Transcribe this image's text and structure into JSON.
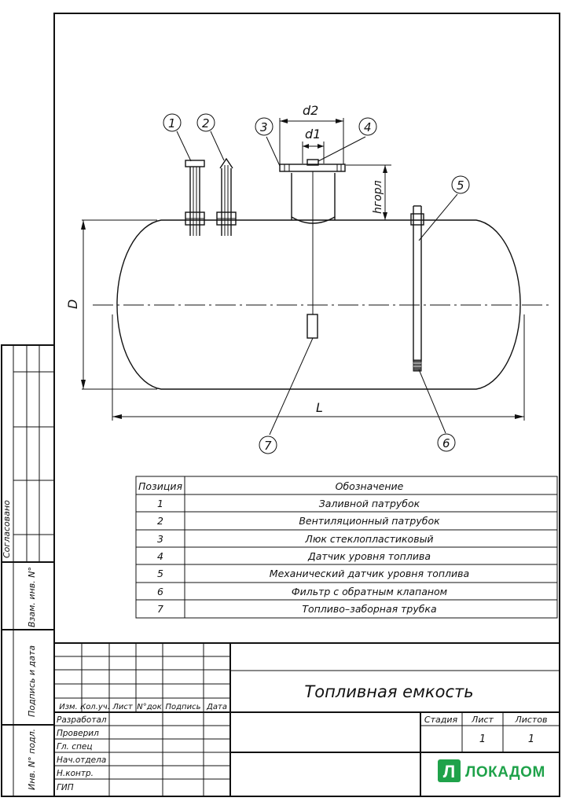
{
  "drawing": {
    "dimensions": {
      "d2": "d2",
      "d1": "d1",
      "neck_height": "hгорл",
      "diameter": "D",
      "length": "L"
    },
    "callouts": [
      "1",
      "2",
      "3",
      "4",
      "5",
      "6",
      "7"
    ]
  },
  "spec_table": {
    "headers": {
      "position": "Позиция",
      "designation": "Обозначение"
    },
    "rows": [
      {
        "pos": "1",
        "name": "Заливной патрубок"
      },
      {
        "pos": "2",
        "name": "Вентиляционный патрубок"
      },
      {
        "pos": "3",
        "name": "Люк стеклопластиковый"
      },
      {
        "pos": "4",
        "name": "Датчик уровня топлива"
      },
      {
        "pos": "5",
        "name": "Механический датчик уровня топлива"
      },
      {
        "pos": "6",
        "name": "Фильтр с обратным клапаном"
      },
      {
        "pos": "7",
        "name": "Топливо–заборная трубка"
      }
    ]
  },
  "side_stamp": {
    "agreed": "Согласовано",
    "replace_inv": "Взам. инв. N°",
    "sign_date": "Подпись и дата",
    "inv_orig": "Инв. N° подл."
  },
  "title_block": {
    "title": "Топливная емкость",
    "cols": [
      "Изм.",
      "Кол.уч.",
      "Лист",
      "N°док",
      "Подпись",
      "Дата"
    ],
    "roles": [
      "Разработал",
      "Проверил",
      "Гл. спец",
      "Нач.отдела",
      "Н.контр.",
      "ГИП"
    ],
    "stage_label": "Стадия",
    "sheet_label": "Лист",
    "sheets_label": "Листов",
    "sheet": "1",
    "sheets": "1",
    "logo_text": "ЛОКАДОМ",
    "logo_letter": "Л",
    "logo_color": "#1fa24a"
  }
}
